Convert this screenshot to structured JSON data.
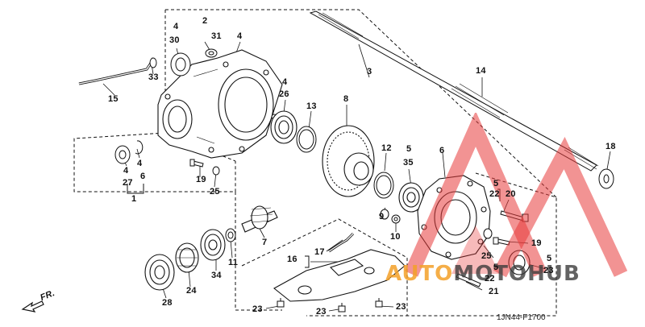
{
  "diagram": {
    "code": "1JN44-F1700",
    "front_indicator": "FR.",
    "watermark": {
      "word_part1": "AUTO",
      "word_part2": "MOTOHUB",
      "colors": {
        "red": "#e83a3a",
        "orange": "#f3a028",
        "gray": "#3c3c3c"
      }
    },
    "callouts": {
      "c2": "2",
      "c31": "31",
      "c4a": "4",
      "c30": "30",
      "c4b": "4",
      "c33": "33",
      "c15": "15",
      "c3": "3",
      "c14": "14",
      "c4c": "4",
      "c26": "26",
      "c13": "13",
      "c8": "8",
      "c18": "18",
      "c4d": "4",
      "c4e": "4",
      "c27": "27",
      "c6a": "6",
      "c1": "1",
      "c19a": "19",
      "c25a": "25",
      "c12": "12",
      "c5a": "5",
      "c35": "35",
      "c6b": "6",
      "c5b": "5",
      "c22a": "22",
      "c20": "20",
      "c9": "9",
      "c10": "10",
      "c7": "7",
      "c11": "11",
      "c34": "34",
      "c24": "24",
      "c28": "28",
      "c17": "17",
      "c16": "16",
      "c19b": "19",
      "c25b": "25",
      "c5c": "5",
      "c22b": "22",
      "c21": "21",
      "c5d": "5",
      "c23a": "23",
      "c23b": "23",
      "c23c": "23",
      "c23d": "23"
    }
  }
}
